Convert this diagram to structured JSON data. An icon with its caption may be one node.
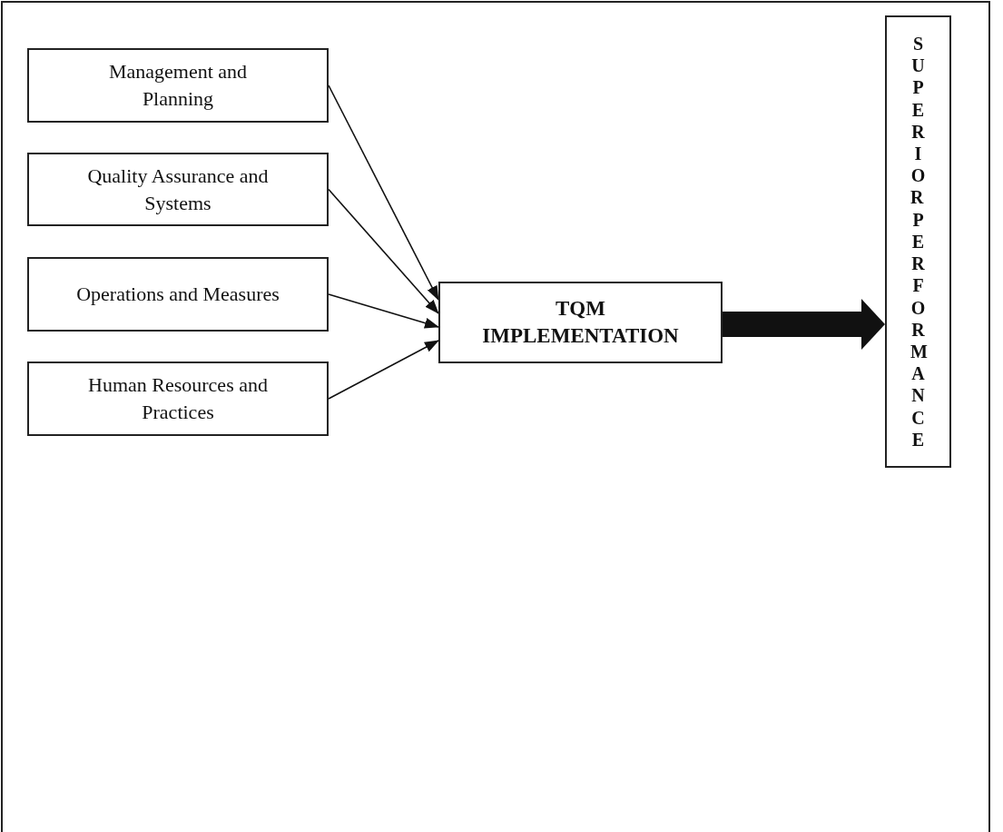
{
  "diagram": {
    "nodes": [
      {
        "text": [
          "Management and Planning"
        ]
      },
      {
        "text": [
          "Quality Assurance and Systems"
        ]
      },
      {
        "text": [
          "Operations and Measures"
        ]
      },
      {
        "text": [
          "Human Resources and Practices"
        ]
      },
      {
        "text": [
          "TQM IMPLEMENTATION"
        ]
      },
      {
        "text": [
          "SUPERIOR PERFORMANCE"
        ]
      }
    ],
    "edges": [
      {
        "from": 0,
        "to": 4,
        "arrow": "to"
      },
      {
        "from": 1,
        "to": 4,
        "arrow": "to"
      },
      {
        "from": 2,
        "to": 4,
        "arrow": "to"
      },
      {
        "from": 3,
        "to": 4,
        "arrow": "to"
      },
      {
        "from": 4,
        "to": 5,
        "arrow": "to",
        "style": "thick"
      }
    ]
  }
}
